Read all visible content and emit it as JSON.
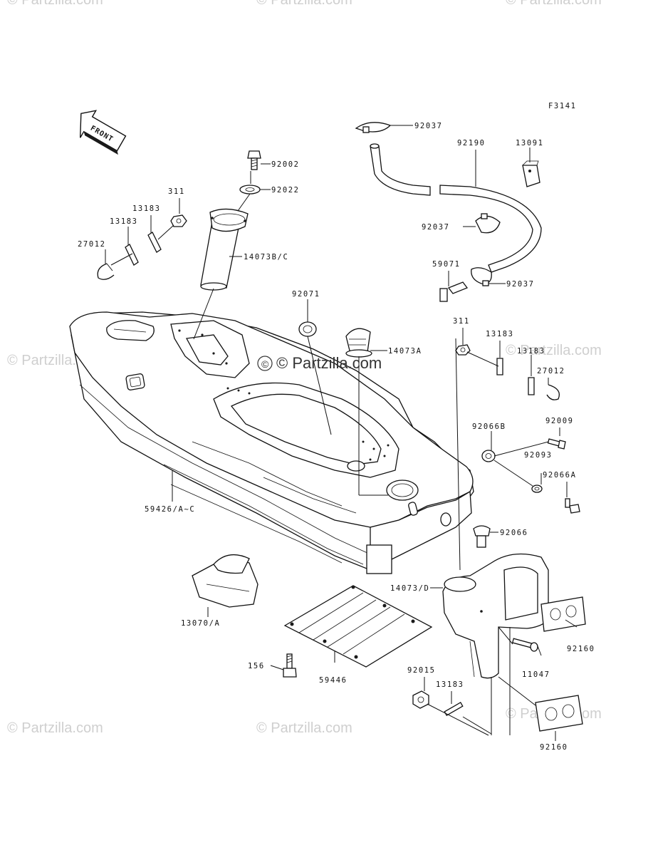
{
  "figure_code": "F3141",
  "front_label": "FRONT",
  "watermarks": {
    "top": [
      "© Partzilla.com",
      "© Partzilla.com",
      "© Partzilla.com"
    ],
    "middle_left": "© Partzilla.com",
    "center": "© Partzilla.com",
    "middle_right": "© Partzilla.com",
    "bottom": [
      "© Partzilla.com",
      "© Partzilla.com",
      "© Partzilla.com"
    ]
  },
  "labels": {
    "p92037a": "92037",
    "p92002": "92002",
    "p92022": "92022",
    "p92190": "92190",
    "p13091": "13091",
    "p311a": "311",
    "p13183a": "13183",
    "p13183b": "13183",
    "p27012a": "27012",
    "p14073bc": "14073B/C",
    "p92037b": "92037",
    "p59071": "59071",
    "p92037c": "92037",
    "p92071": "92071",
    "p14073a": "14073A",
    "p311b": "311",
    "p13183c": "13183",
    "p13183d": "13183",
    "p27012b": "27012",
    "p92066b": "92066B",
    "p92009": "92009",
    "p92093": "92093",
    "p92066a": "92066A",
    "p59426": "59426/A~C",
    "p92066": "92066",
    "p14073d": "14073/D",
    "p13070": "13070/A",
    "p92160a": "92160",
    "p11047": "11047",
    "p156": "156",
    "p59446": "59446",
    "p92015": "92015",
    "p13183e": "13183",
    "p92160b": "92160"
  }
}
